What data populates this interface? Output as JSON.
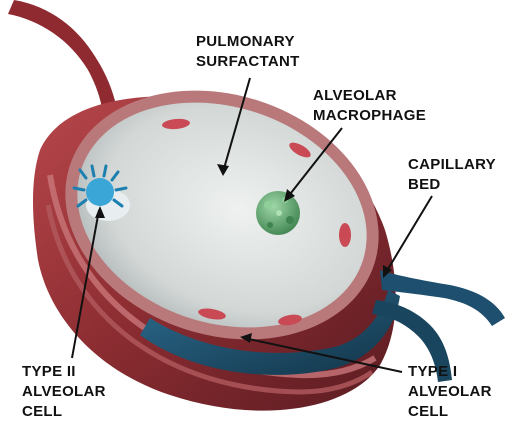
{
  "labels": {
    "surfactant": [
      "PULMONARY",
      "SURFACTANT"
    ],
    "macrophage": [
      "ALVEOLAR",
      "MACROPHAGE"
    ],
    "capillary": [
      "CAPILLARY",
      "BED"
    ],
    "type2": [
      "TYPE II",
      "ALVEOLAR",
      "CELL"
    ],
    "type1": [
      "TYPE I",
      "ALVEOLAR",
      "CELL"
    ]
  },
  "colors": {
    "vessel_red": "#9a2a2e",
    "vessel_blue": "#1f4f6e",
    "wall_pink": "#c46a6a",
    "lumen": "#d9dddc",
    "macrophage_green": "#5aa06a",
    "type2_blue": "#3aa6d8"
  }
}
